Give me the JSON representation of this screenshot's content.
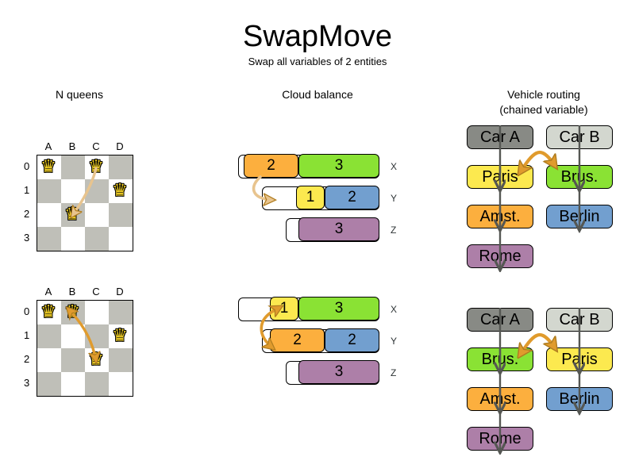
{
  "header": {
    "title": "SwapMove",
    "subtitle": "Swap all variables of 2 entities"
  },
  "columns": {
    "queens": "N queens",
    "cloud": "Cloud balance",
    "vehicle_line1": "Vehicle routing",
    "vehicle_line2": "(chained variable)"
  },
  "colors": {
    "orange": "#FCAF3E",
    "green": "#8AE234",
    "yellow": "#FCE94F",
    "blue": "#729FCF",
    "purple": "#AD7FA8",
    "gray_dark": "#888A85",
    "gray_light": "#D3D7CF",
    "arrow_pale": "#E8C48E",
    "arrow_strong": "#E09B2D",
    "board_dark": "#BFBFB8",
    "board_light": "#FFFFFF",
    "queen": "#F2D024"
  },
  "nqueens": {
    "files": [
      "A",
      "B",
      "C",
      "D"
    ],
    "ranks": [
      "0",
      "1",
      "2",
      "3"
    ],
    "queen_glyph": "♛",
    "before": {
      "queens": [
        {
          "file": "A",
          "rank": "0"
        },
        {
          "file": "C",
          "rank": "0"
        },
        {
          "file": "D",
          "rank": "1"
        },
        {
          "file": "B",
          "rank": "2"
        }
      ],
      "move_from": {
        "file": "C",
        "rank": "0"
      },
      "move_to": {
        "file": "B",
        "rank": "2"
      }
    },
    "after": {
      "queens": [
        {
          "file": "A",
          "rank": "0"
        },
        {
          "file": "B",
          "rank": "0"
        },
        {
          "file": "D",
          "rank": "1"
        },
        {
          "file": "C",
          "rank": "2"
        }
      ],
      "move_from": {
        "file": "B",
        "rank": "0"
      },
      "move_to": {
        "file": "C",
        "rank": "2"
      }
    }
  },
  "cloudbalance": {
    "before": {
      "rows": [
        {
          "label": "X",
          "blocks": [
            {
              "value": "2",
              "color": "#FCAF3E",
              "width": 69
            },
            {
              "value": "3",
              "color": "#8AE234",
              "width": 102
            }
          ]
        },
        {
          "label": "Y",
          "blocks": [
            {
              "value": "1",
              "color": "#FCE94F",
              "width": 36
            },
            {
              "value": "2",
              "color": "#729FCF",
              "width": 69
            }
          ]
        },
        {
          "label": "Z",
          "blocks": [
            {
              "value": "3",
              "color": "#AD7FA8",
              "width": 102
            }
          ]
        }
      ]
    },
    "after": {
      "rows": [
        {
          "label": "X",
          "blocks": [
            {
              "value": "1",
              "color": "#FCE94F",
              "width": 36
            },
            {
              "value": "3",
              "color": "#8AE234",
              "width": 102
            }
          ]
        },
        {
          "label": "Y",
          "blocks": [
            {
              "value": "2",
              "color": "#FCAF3E",
              "width": 69
            },
            {
              "value": "2",
              "color": "#729FCF",
              "width": 69
            }
          ]
        },
        {
          "label": "Z",
          "blocks": [
            {
              "value": "3",
              "color": "#AD7FA8",
              "width": 102
            }
          ]
        }
      ]
    }
  },
  "vehiclerouting": {
    "before": {
      "vehicle_a": "Car A",
      "vehicle_b": "Car B",
      "chain_a": [
        "Paris",
        "Amst.",
        "Rome"
      ],
      "chain_b": [
        "Brus.",
        "Berlin"
      ],
      "swap_left": "Paris",
      "swap_right": "Brus."
    },
    "after": {
      "vehicle_a": "Car A",
      "vehicle_b": "Car B",
      "chain_a": [
        "Brus.",
        "Amst.",
        "Rome"
      ],
      "chain_b": [
        "Paris",
        "Berlin"
      ],
      "swap_left": "Brus.",
      "swap_right": "Paris"
    }
  }
}
